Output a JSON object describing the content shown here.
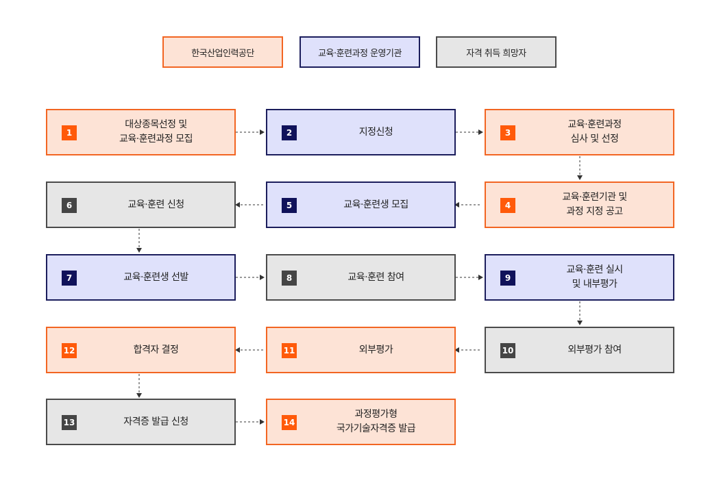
{
  "legend": {
    "hrdk": "한국산업인력공단",
    "institution": "교육·훈련과정 운영기관",
    "applicant": "자격 취득 희망자"
  },
  "steps": [
    {
      "number": "1",
      "lines": [
        "대상종목선정 및",
        "교육·훈련과정 모집"
      ]
    },
    {
      "number": "2",
      "lines": [
        "지정신청"
      ]
    },
    {
      "number": "3",
      "lines": [
        "교육·훈련과정",
        "심사 및 선정"
      ]
    },
    {
      "number": "4",
      "lines": [
        "교육·훈련기관 및",
        "과정 지정 공고"
      ]
    },
    {
      "number": "5",
      "lines": [
        "교육·훈련생 모집"
      ]
    },
    {
      "number": "6",
      "lines": [
        "교육·훈련 신청"
      ]
    },
    {
      "number": "7",
      "lines": [
        "교육·훈련생 선발"
      ]
    },
    {
      "number": "8",
      "lines": [
        "교육·훈련 참여"
      ]
    },
    {
      "number": "9",
      "lines": [
        "교육·훈련 실시",
        "및 내부평가"
      ]
    },
    {
      "number": "10",
      "lines": [
        "외부평가 참여"
      ]
    },
    {
      "number": "11",
      "lines": [
        "외부평가"
      ]
    },
    {
      "number": "12",
      "lines": [
        "합격자 결정"
      ]
    },
    {
      "number": "13",
      "lines": [
        "자격증 발급 신청"
      ]
    },
    {
      "number": "14",
      "lines": [
        "과정평가형",
        "국가기술자격증 발급"
      ]
    }
  ],
  "colors": {
    "orange_fill": "#fde3d6",
    "orange_border": "#f26522",
    "blue_fill": "#dfe1fb",
    "blue_border": "#1b1d5c",
    "gray_fill": "#e6e6e6",
    "gray_border": "#4a4a4a"
  }
}
